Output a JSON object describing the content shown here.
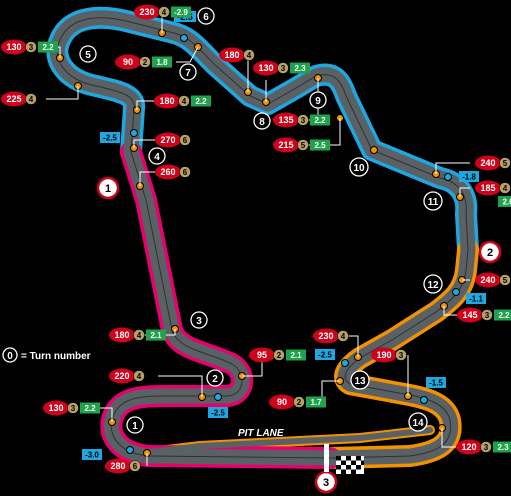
{
  "legend": {
    "turn_label": "= Turn number",
    "turn_sample": "0"
  },
  "pit_lane_label": "PIT LANE",
  "colors": {
    "sector1": "#e8006f",
    "sector2": "#1ea7e1",
    "sector3": "#f39200",
    "track": "#5a6164",
    "speed_badge": "#d0021b",
    "gear_badge": "#b4a16a",
    "drs_badge": "#1fa34a",
    "neg_badge": "#1ea7e1"
  },
  "sectors": [
    "1",
    "2",
    "3"
  ],
  "turns": [
    "1",
    "2",
    "3",
    "4",
    "5",
    "6",
    "7",
    "8",
    "9",
    "10",
    "11",
    "12",
    "13",
    "14"
  ],
  "speeds": [
    {
      "speed": "230",
      "gear": "4",
      "delta": "-2.9"
    },
    {
      "speed": "130",
      "gear": "3",
      "delta": "2.2"
    },
    {
      "speed": "90",
      "gear": "2",
      "delta": "1.8"
    },
    {
      "speed": "180",
      "gear": "4"
    },
    {
      "speed": "130",
      "gear": "3",
      "delta": "2.3"
    },
    {
      "speed": "225",
      "gear": "4"
    },
    {
      "speed": "180",
      "gear": "4",
      "delta": "2.2"
    },
    {
      "speed": "135",
      "gear": "3",
      "delta": "2.2"
    },
    {
      "speed": "270",
      "gear": "6"
    },
    {
      "speed": "215",
      "gear": "5",
      "delta": "2.5"
    },
    {
      "speed": "260",
      "gear": "6"
    },
    {
      "speed": "240",
      "gear": "5"
    },
    {
      "speed": "185",
      "gear": "4",
      "delta": "2.6"
    },
    {
      "speed": "240",
      "gear": "5"
    },
    {
      "speed": "145",
      "gear": "3",
      "delta": "2.2"
    },
    {
      "speed": "180",
      "gear": "4",
      "delta": "2.1"
    },
    {
      "speed": "230",
      "gear": "4"
    },
    {
      "speed": "95",
      "gear": "2",
      "delta": "2.1"
    },
    {
      "speed": "190",
      "gear": "3"
    },
    {
      "speed": "220",
      "gear": "4"
    },
    {
      "speed": "90",
      "gear": "2",
      "delta": "1.7"
    },
    {
      "speed": "130",
      "gear": "3",
      "delta": "2.2"
    },
    {
      "speed": "120",
      "gear": "3",
      "delta": "2.3"
    },
    {
      "speed": "280",
      "gear": "6"
    }
  ],
  "negatives": [
    "-2.5",
    "-1.8",
    "-1.1",
    "-2.5",
    "-1.5",
    "-2.5",
    "-3.0"
  ]
}
